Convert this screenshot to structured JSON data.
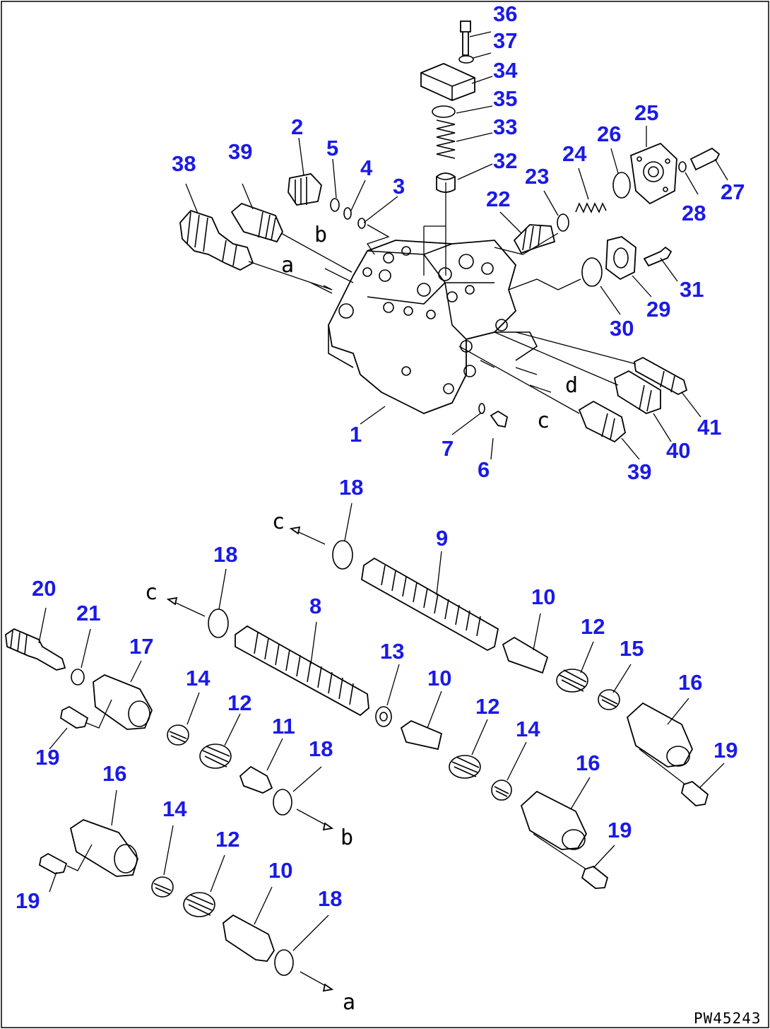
{
  "diagram_id": "PW45243",
  "callouts": [
    "36",
    "37",
    "34",
    "35",
    "33",
    "32",
    "2",
    "5",
    "4",
    "3",
    "39",
    "38",
    "22",
    "23",
    "24",
    "26",
    "25",
    "28",
    "27",
    "31",
    "29",
    "30",
    "41",
    "40",
    "39",
    "1",
    "7",
    "6",
    "18",
    "9",
    "10",
    "12",
    "15",
    "16",
    "19",
    "20",
    "21",
    "17",
    "18",
    "8",
    "13",
    "10",
    "12",
    "14",
    "14",
    "12",
    "11",
    "18",
    "19",
    "16",
    "19",
    "16",
    "14",
    "12",
    "10",
    "18",
    "19"
  ],
  "flow_labels": [
    "b",
    "a",
    "d",
    "c",
    "c",
    "c",
    "b",
    "a"
  ]
}
